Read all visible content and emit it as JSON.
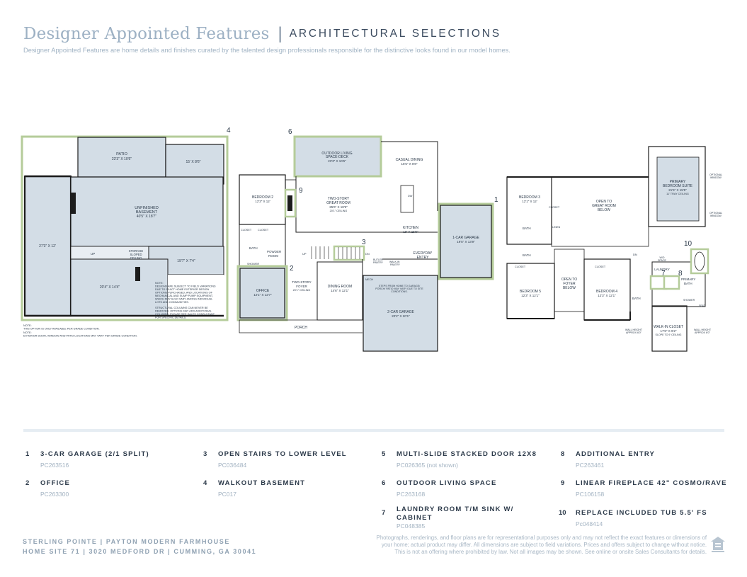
{
  "header": {
    "title": "Designer Appointed Features",
    "subtitle": "ARCHITECTURAL SELECTIONS",
    "description": "Designer Appointed Features are home details and finishes curated by the talented design professionals responsible for the distinctive looks found in our model homes."
  },
  "colors": {
    "highlight_green": "#b5cc9a",
    "room_fill": "#d3dde6",
    "wall": "#1c1c1c",
    "title_blue": "#9db1c4"
  },
  "plans": {
    "basement": {
      "callout": "4",
      "patio": "PATIO",
      "patio_dim": "23'3\" X 10'6\"",
      "room_tr_dim": "15' X 8'6\"",
      "unfinished": "UNFINISHED",
      "basement": "BASEMENT",
      "basement_dim": "40'5\" X 18'7\"",
      "left_dim": "27'3\" X 12'",
      "storage1": "STORAGE",
      "storage2": "SLOPED",
      "storage3": "CEILING",
      "up": "UP",
      "room_r_dim": "19'7\" X 7'4\"",
      "room_b_dim": "20'4\" X 14'4\"",
      "note_inside": [
        "NOTE:",
        "DESIGNS ARE SUBJECT TO FIELD VARIATIONS",
        "DUE TO EXACT HOME EXTERIOR DESIGN",
        "OPTIONS PURCHASED, AND LOCATIONS OF",
        "MECHANICAL AND SUMP PUMP EQUIPMENT,",
        "WHICH MAY ALSO VARY AMONG INDIVIDUAL",
        "LOTS AND COMMUNITIES.",
        "",
        "STRUCTURAL COLUMNS CAN NEVER BE",
        "REMOVED. OPTIONS MAY ADD ADDITIONAL",
        "COLUMNS. PLEASE SEE SALES CONSULTANT",
        "FOR SPECIFIC DETAILS."
      ],
      "note_below": [
        "NOTE:",
        "THIS OPTION IS ONLY AVAILABLE PER GRADE CONDITION.",
        "NOTE:",
        "EXTERIOR DOOR, WINDOW AND PATIO LOCATIONS MAY VARY PER GRADE CONDITION."
      ]
    },
    "main": {
      "outdoor": "OUTDOOR LIVING",
      "outdoor2": "SPACE-DECK",
      "outdoor_dim": "23'3\" X 10'6\"",
      "casual": "CASUAL DINING",
      "casual_dim": "15'5\" X 8'8\"",
      "bed2": "BEDROOM 2",
      "bed2_dim": "12'3\" X 12'",
      "great": "TWO-STORY",
      "great2": "GREAT ROOM",
      "great_dim": "25'6\" X 18'9\"",
      "great_ceil": "20'1\" CEILING",
      "kitchen": "KITCHEN",
      "kitchen_dim": "19' X 15'9\"",
      "garage1": "1-CAR GARAGE",
      "garage1_dim": "19'5\" X 13'9\"",
      "closet": "CLOSET",
      "bath": "BATH",
      "powder": "POWDER",
      "powder2": "ROOM",
      "shower": "SHOWER",
      "up": "UP",
      "dn": "DN",
      "office": "OFFICE",
      "office_dim": "12'1\" X 12'7\"",
      "foyer": "TWO-STORY",
      "foyer2": "FOYER",
      "foyer_ceil": "20'1\" CEILING",
      "dining": "DINING ROOM",
      "dining_dim": "14'6\" X 12'1\"",
      "butler": "BUTLER",
      "butler2": "PANTRY",
      "walkin": "WALK-IN",
      "walkin2": "PANTRY",
      "everyday": "EVERYDAY",
      "everyday2": "ENTRY",
      "mech": "MECH",
      "steps1": "STEPS FROM HOME TO GARAGE/",
      "steps2": "PORCH/ PATIO MAY VARY DUE TO SITE",
      "steps3": "CONDITIONS.",
      "garage2": "2-CAR GARAGE",
      "garage2_dim": "20'2\" X 20'1\"",
      "porch": "PORCH",
      "dw": "DW",
      "callouts": [
        "6",
        "9",
        "1",
        "3",
        "2"
      ]
    },
    "upper": {
      "bed3": "BEDROOM 3",
      "bed3_dim": "12'1\" X 12'",
      "primary": "PRIMARY",
      "primary2": "BEDROOM SUITE",
      "primary_dim": "21'6\" X 15'5\"",
      "primary_ceil": "11' TRAY CEILING",
      "optional_window": "OPTIONAL",
      "optional_window2": "WINDOW",
      "open_great": "OPEN TO",
      "open_great2": "GREAT ROOM",
      "open_great3": "BELOW",
      "closet": "CLOSET",
      "bath": "BATH",
      "linen": "LINEN",
      "dn": "DN",
      "open_foyer": "OPEN TO",
      "open_foyer2": "FOYER",
      "open_foyer3": "BELOW",
      "bed5": "BEDROOM 5",
      "bed5_dim": "12'3\" X 12'1\"",
      "bed4": "BEDROOM 4",
      "bed4_dim": "12'3\" X 12'1\"",
      "laundry": "LAUNDRY",
      "wd": "W/D",
      "wd2": "SPACE",
      "primary_bath": "PRIMARY",
      "primary_bath2": "BATH",
      "shower": "SHOWER",
      "seat": "SEAT",
      "walkin": "WALK-IN CLOSET",
      "walkin_dim": "17'6\" X 9'2\"",
      "walkin_ceil": "SLOPE TO 9' CEILING",
      "wall_h_l": "WALL HEIGHT",
      "wall_h_l2": "APPROX 6'0\"",
      "wall_h_r": "WALL HEIGHT",
      "wall_h_r2": "APPROX 6'0\"",
      "callouts": [
        "10",
        "7",
        "8"
      ]
    }
  },
  "features": [
    {
      "num": "1",
      "name": "3-CAR GARAGE (2/1 SPLIT)",
      "code": "PC263516"
    },
    {
      "num": "2",
      "name": "OFFICE",
      "code": "PC263300"
    },
    {
      "num": "3",
      "name": "OPEN STAIRS TO LOWER LEVEL",
      "code": "PC036484"
    },
    {
      "num": "4",
      "name": "WALKOUT BASEMENT",
      "code": "PC017"
    },
    {
      "num": "5",
      "name": "MULTI-SLIDE STACKED DOOR 12X8",
      "code": "PC026365 (not shown)"
    },
    {
      "num": "6",
      "name": "OUTDOOR LIVING SPACE",
      "code": "PC263168"
    },
    {
      "num": "7",
      "name": "LAUNDRY ROOM T/M SINK W/ CABINET",
      "code": "PC048385"
    },
    {
      "num": "8",
      "name": "ADDITIONAL ENTRY",
      "code": "PC263461"
    },
    {
      "num": "9",
      "name": "LINEAR FIREPLACE 42\" COSMO/RAVE",
      "code": "PC106158"
    },
    {
      "num": "10",
      "name": "REPLACE INCLUDED TUB 5.5' FS",
      "code": "Pc048414"
    }
  ],
  "footer": {
    "line1": "STERLING POINTE  |  PAYTON MODERN FARMHOUSE",
    "line2": "HOME SITE 71  |  3020 MEDFORD DR  |  CUMMING, GA 30041",
    "disclaimer": "Photographs, renderings, and floor plans are for representational purposes only and may not reflect the exact features or dimensions of your home; actual product may differ. All dimensions are subject to field variations. Prices and offers subject to change without notice. This is not an offering where prohibited by law. Not all images may be shown. See online or onsite Sales Consultants for details.",
    "logo": "equal-housing-icon"
  }
}
